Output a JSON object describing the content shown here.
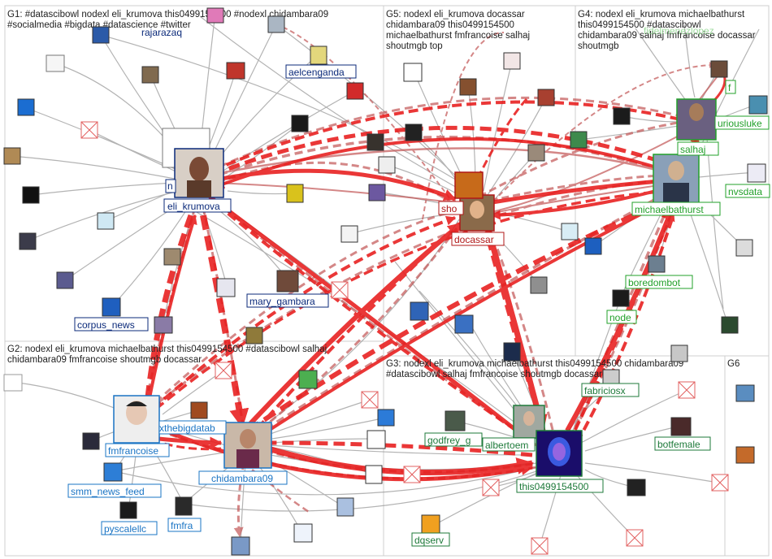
{
  "groups": [
    {
      "id": "G1",
      "header": [
        "G1: #datascibowl nodexl eli_krumova this0499154500 #nodexl chidambara09",
        "#socialmedia #bigdata #datascience #twitter"
      ]
    },
    {
      "id": "G2",
      "header": [
        "G2: nodexl eli_krumova michaelbathurst this0499154500 #datascibowl salhaj",
        "chidambara09 fmfrancoise shoutmgb docassar"
      ]
    },
    {
      "id": "G3",
      "header": [
        "G3: nodexl eli_krumova michaelbathurst this0499154500 chidambara09",
        "#datascibowl salhaj fmfrancoise shoutmgb docassar"
      ]
    },
    {
      "id": "G4",
      "header": [
        "G4: nodexl eli_krumova michaelbathurst",
        "this0499154500 #datascibowl",
        "chidambara09 salhaj fmfrancoise docassar",
        "shoutmgb"
      ]
    },
    {
      "id": "G5",
      "header": [
        "G5: nodexl eli_krumova docassar",
        "chidambara09 this0499154500",
        "michaelbathurst fmfrancoise salhaj",
        "shoutmgb top"
      ]
    },
    {
      "id": "G6",
      "header": [
        "G6"
      ]
    }
  ],
  "labels": {
    "eli_krumova": "eli_krumova",
    "nodexl_partial": "n",
    "rajarazaq": "rajarazaq",
    "aelcenganda": "aelcenganda",
    "mary_gambara": "mary_gambara",
    "corpus_news": "corpus_news",
    "docassar": "docassar",
    "shoutmgb_partial": "sho",
    "salhaj": "salhaj",
    "curiousluke": "uriousluke",
    "f_partial": "f",
    "michaelbathurst": "michaelbathurst",
    "nvsdata": "nvsdata",
    "boredombot": "boredombot",
    "node": "node",
    "fabriciosx": "fabriciosx",
    "botfemale": "botfemale",
    "fmfrancoise": "fmfrancoise",
    "thebigdatab": "xthebigdatab",
    "chidambara09": "chidambara09",
    "smm_news_feed": "smm_news_feed",
    "pyscalellc": "pyscalellc",
    "fmfra": "fmfra",
    "godfrey_g": "godfrey_g",
    "albertoem": "albertoem",
    "this0499154500": "this0499154500",
    "dqserv": "dqserv",
    "faded_top": "fidelmenezlopez"
  },
  "colors": {
    "g1_label": "#0b2a7a",
    "g2_label": "#1a74c4",
    "g3_label": "#1e7a3a",
    "g4_label": "#22a02a",
    "g5_label": "#b01818",
    "edge_grey": "#9a9a9a",
    "edge_red": "#e81c1c",
    "edge_rose": "#c45a5a",
    "group_border": "#cfcfcf"
  }
}
